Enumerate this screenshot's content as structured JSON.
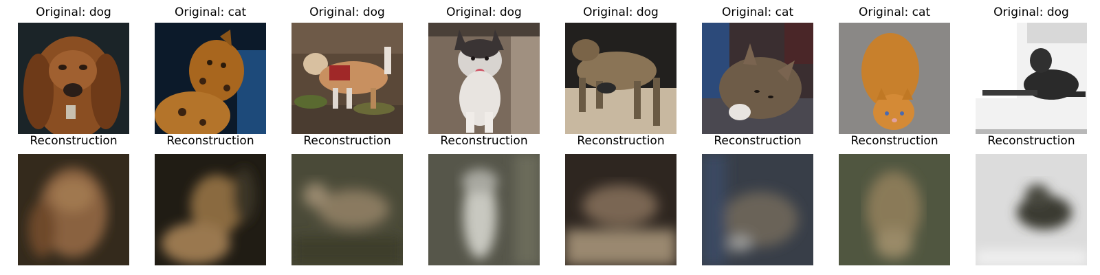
{
  "figure": {
    "originals": [
      {
        "title": "Original: dog",
        "depicts": "bloodhound puppy, brown fur, dark background"
      },
      {
        "title": "Original: cat",
        "depicts": "orange-spotted cat on dark blue background"
      },
      {
        "title": "Original: dog",
        "depicts": "small dog wearing red harness on gravel"
      },
      {
        "title": "Original: dog",
        "depicts": "white husky puppy sitting on brown floor"
      },
      {
        "title": "Original: dog",
        "depicts": "tan dog walking on carpet, dark background"
      },
      {
        "title": "Original: cat",
        "depicts": "tabby cat lying down, blue cloth"
      },
      {
        "title": "Original: cat",
        "depicts": "orange kitten viewed from above on grey floor"
      },
      {
        "title": "Original: dog",
        "depicts": "black dog lying on white floor"
      }
    ],
    "reconstructions": [
      {
        "title": "Reconstruction"
      },
      {
        "title": "Reconstruction"
      },
      {
        "title": "Reconstruction"
      },
      {
        "title": "Reconstruction"
      },
      {
        "title": "Reconstruction"
      },
      {
        "title": "Reconstruction"
      },
      {
        "title": "Reconstruction"
      },
      {
        "title": "Reconstruction"
      }
    ],
    "colors": {
      "orig_bg": [
        "#1f2a2a",
        "#0e1d2c",
        "#5a4a3c",
        "#7a6a5a",
        "#2a2622",
        "#3a4a66",
        "#8a8a8a",
        "#e8e8e8"
      ],
      "orig_subject": [
        "#9a5a2a",
        "#b0722a",
        "#c09070",
        "#e0ddd8",
        "#8a7256",
        "#6a5a4a",
        "#c8822e",
        "#2a2a2a"
      ],
      "recon_bg": [
        "#3a3020",
        "#2a2418",
        "#4a4a38",
        "#5a5a48",
        "#3a3028",
        "#3c4450",
        "#5a5a44",
        "#dcdcdc"
      ],
      "recon_subject": [
        "#9a7050",
        "#a08060",
        "#8a8068",
        "#c8c8c0",
        "#8a7060",
        "#7a7a70",
        "#9a8860",
        "#3a3a30"
      ]
    }
  }
}
